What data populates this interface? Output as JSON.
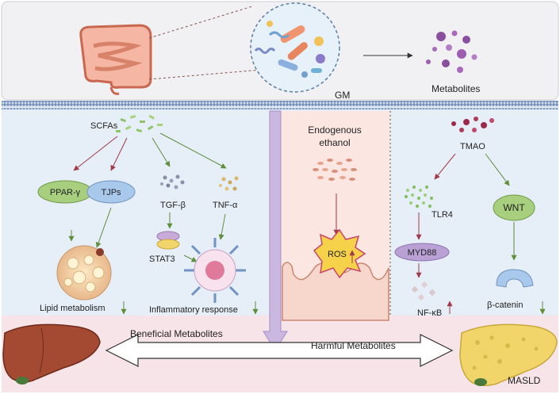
{
  "top": {
    "gm_label": "GM",
    "metabolites_label": "Metabolites"
  },
  "left_panel": {
    "scfas_label": "SCFAs",
    "ppar_label": "PPAR-γ",
    "tjps_label": "TJPs",
    "tgfb_label": "TGF-β",
    "tnfa_label": "TNF-α",
    "stat3_label": "STAT3",
    "lipid_label": "Lipid metabolism",
    "inflammatory_label": "Inflammatory response"
  },
  "middle_panel": {
    "ethanol_label_line1": "Endogenous",
    "ethanol_label_line2": "ethanol",
    "ros_label": "ROS"
  },
  "right_panel": {
    "tmao_label": "TMAO",
    "tlr4_label": "TLR4",
    "myd88_label": "MYD88",
    "nfkb_label": "NF-κB",
    "wnt_label": "WNT",
    "catenin_label": "β-catenin"
  },
  "bottom": {
    "beneficial_label": "Beneficial Metabolites",
    "harmful_label": "Harmful Metabolites",
    "masld_label": "MASLD"
  },
  "colors": {
    "top_band": "#f1f1f3",
    "membrane": "#8fa8c9",
    "lower_panels": "#e6eef7",
    "bottom_band": "#f7e4e8",
    "purple_arrow": "#cbb8e0",
    "green_arrow": "#5f8f3a",
    "red_arrow": "#a23a4a"
  }
}
